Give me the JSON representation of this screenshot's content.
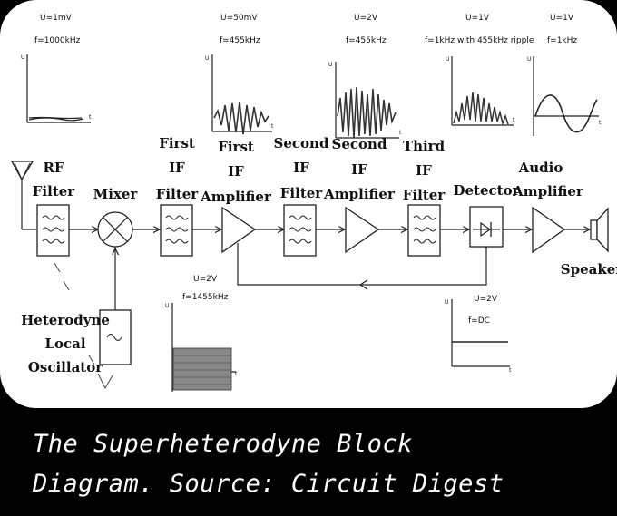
{
  "blocks": {
    "rf_filter": [
      "RF",
      "Filter"
    ],
    "mixer": [
      "Mixer"
    ],
    "first_if_filter": [
      "First",
      "IF",
      "Filter"
    ],
    "first_if_amplifier": [
      "First",
      "IF",
      "Amplifier"
    ],
    "second_if_filter": [
      "Second",
      "IF",
      "Filter"
    ],
    "second_if_amplifier": [
      "Second",
      "IF",
      "Amplifier"
    ],
    "third_if_filter": [
      "Third",
      "IF",
      "Filter"
    ],
    "detector": [
      "Detector"
    ],
    "audio_amplifier": [
      "Audio",
      "Amplifier"
    ],
    "speaker": [
      "Speaker"
    ],
    "local_oscillator": [
      "Heterodyne",
      "Local",
      "Oscillator"
    ]
  },
  "waveforms": {
    "rf": {
      "u": "U=1mV",
      "f": "f=1000kHz"
    },
    "if1": {
      "u": "U=50mV",
      "f": "f=455kHz"
    },
    "if2": {
      "u": "U=2V",
      "f": "f=455kHz"
    },
    "det": {
      "u": "U=1V",
      "f": "f=1kHz with 455kHz ripple"
    },
    "audio": {
      "u": "U=1V",
      "f": "f=1kHz"
    },
    "lo": {
      "u": "U=2V",
      "f": "f=1455kHz"
    },
    "dc": {
      "u": "U=2V",
      "f": "f=DC"
    }
  },
  "axis": {
    "u": "U",
    "t": "t"
  },
  "caption": [
    "The Superheterodyne Block",
    "Diagram. Source: Circuit Digest"
  ]
}
